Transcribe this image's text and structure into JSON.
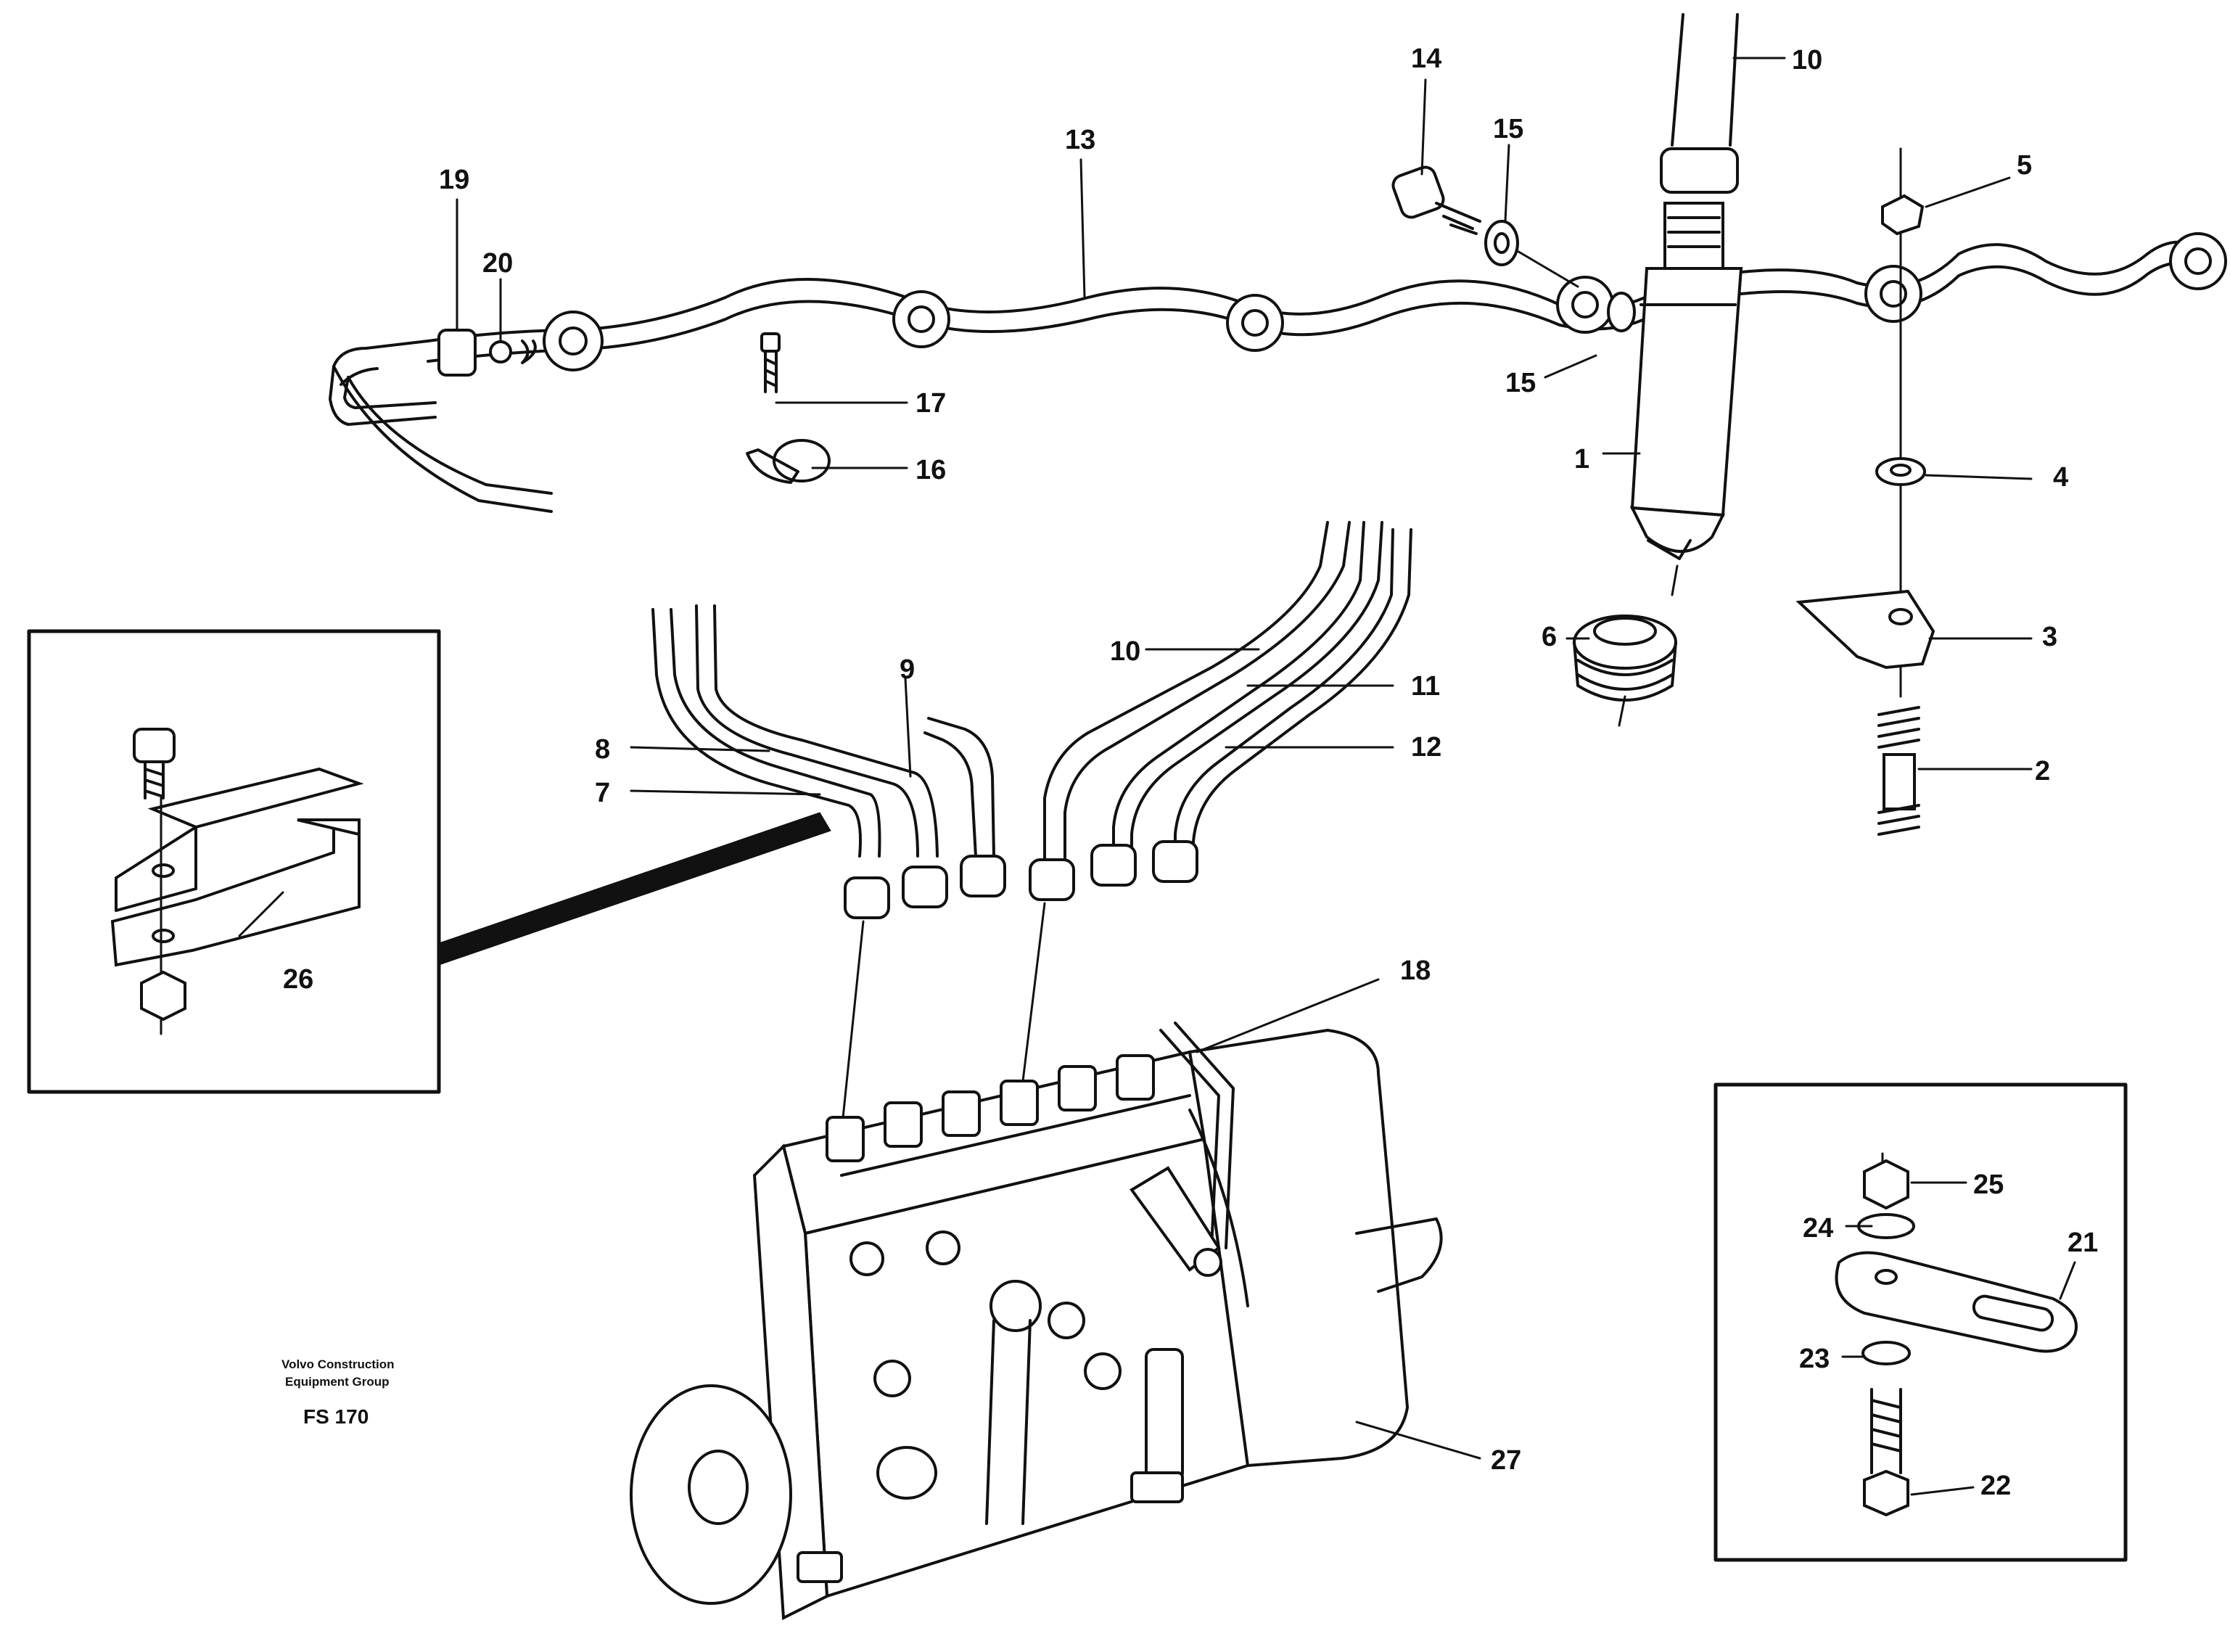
{
  "caption": {
    "line1": "Volvo Construction",
    "line2": "Equipment Group",
    "code": "FS 170"
  },
  "callouts": {
    "c1": "1",
    "c2": "2",
    "c3": "3",
    "c4": "4",
    "c5": "5",
    "c6": "6",
    "c7": "7",
    "c8": "8",
    "c9": "9",
    "c10a": "10",
    "c10b": "10",
    "c11": "11",
    "c12": "12",
    "c13": "13",
    "c14": "14",
    "c15a": "15",
    "c15b": "15",
    "c16": "16",
    "c17": "17",
    "c18": "18",
    "c19": "19",
    "c20": "20",
    "c21": "21",
    "c22": "22",
    "c23": "23",
    "c24": "24",
    "c25": "25",
    "c26": "26",
    "c27": "27"
  },
  "colors": {
    "ink": "#111111",
    "paper": "#ffffff"
  }
}
